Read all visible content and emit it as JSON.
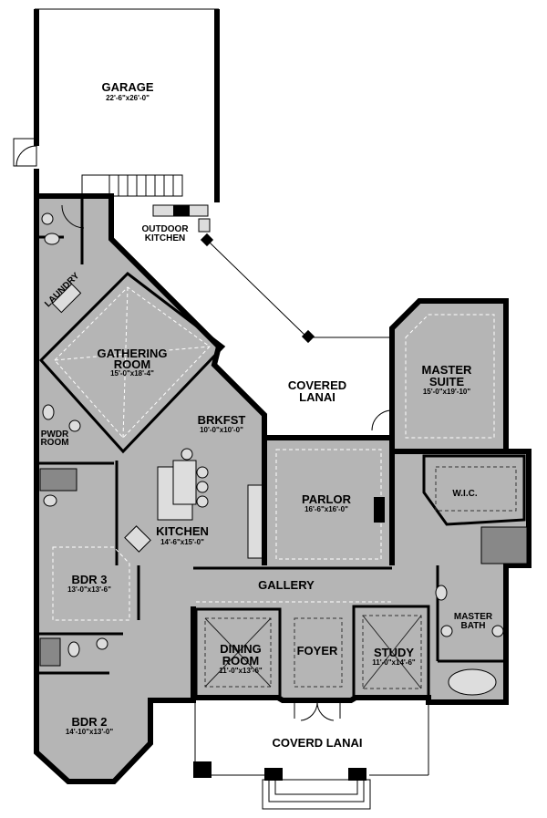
{
  "rooms": {
    "garage": {
      "name": "GARAGE",
      "dims": "22'-6\"x26'-0\""
    },
    "outdoor_kitchen": {
      "name_line1": "OUTDOOR",
      "name_line2": "KITCHEN"
    },
    "laundry": {
      "name": "LAUNDRY"
    },
    "gathering_room": {
      "name_line1": "GATHERING",
      "name_line2": "ROOM",
      "dims": "15'-0\"x18'-4\""
    },
    "covered_lanai": {
      "name_line1": "COVERED",
      "name_line2": "LANAI"
    },
    "master_suite": {
      "name_line1": "MASTER",
      "name_line2": "SUITE",
      "dims": "15'-0\"x19'-10\""
    },
    "brkfst": {
      "name": "BRKFST",
      "dims": "10'-0\"x10'-0\""
    },
    "pwdr_room": {
      "name_line1": "PWDR",
      "name_line2": "ROOM"
    },
    "parlor": {
      "name": "PARLOR",
      "dims": "16'-6\"x16'-0\""
    },
    "wic": {
      "name": "W.I.C."
    },
    "kitchen": {
      "name": "KITCHEN",
      "dims": "14'-6\"x15'-0\""
    },
    "bdr3": {
      "name": "BDR 3",
      "dims": "13'-0\"x13'-6\""
    },
    "gallery": {
      "name": "GALLERY"
    },
    "master_bath": {
      "name_line1": "MASTER",
      "name_line2": "BATH"
    },
    "dining_room": {
      "name_line1": "DINING",
      "name_line2": "ROOM",
      "dims": "11'-0\"x13'-6\""
    },
    "foyer": {
      "name": "FOYER"
    },
    "study": {
      "name": "STUDY",
      "dims": "11'-0\"x14'-6\""
    },
    "bdr2": {
      "name": "BDR 2",
      "dims": "14'-10\"x13'-0\""
    },
    "front_lanai": {
      "name": "COVERD LANAI"
    }
  },
  "colors": {
    "floor": "#b5b5b5",
    "wall": "#000000",
    "exterior": "#ffffff"
  }
}
